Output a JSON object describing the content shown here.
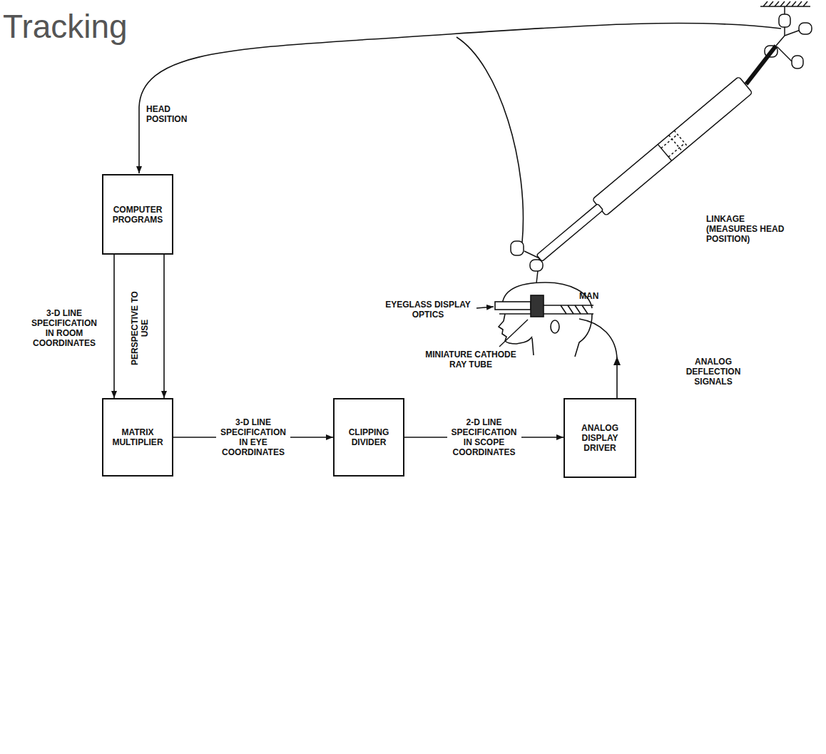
{
  "diagram": {
    "title": "Tracking",
    "nodes": [
      {
        "text": [
          "COMPUTER PROGRAMS"
        ]
      },
      {
        "text": [
          "MATRIX MULTIPLIER"
        ]
      },
      {
        "text": [
          "CLIPPING DIVIDER"
        ]
      },
      {
        "text": [
          "ANALOG DISPLAY DRIVER"
        ]
      }
    ],
    "edges": [
      {
        "from": 0,
        "to": 1,
        "arrow": "to",
        "label": "3-D LINE SPECIFICATION IN ROOM COORDINATES"
      },
      {
        "from": 0,
        "to": 1,
        "arrow": "to",
        "label": "PERSPECTIVE TO USE"
      },
      {
        "from": 1,
        "to": 2,
        "arrow": "to",
        "label": "3-D LINE SPECIFICATION IN EYE COORDINATES"
      },
      {
        "from": 2,
        "to": 3,
        "arrow": "to",
        "label": "2-D LINE SPECIFICATION IN SCOPE COORDINATES"
      }
    ],
    "labels": [
      "HEAD POSITION",
      "LINKAGE (MEASURES HEAD POSITION)",
      "MAN",
      "EYEGLASS DISPLAY OPTICS",
      "MINIATURE CATHODE RAY TUBE",
      "ANALOG DEFLECTION SIGNALS"
    ]
  }
}
